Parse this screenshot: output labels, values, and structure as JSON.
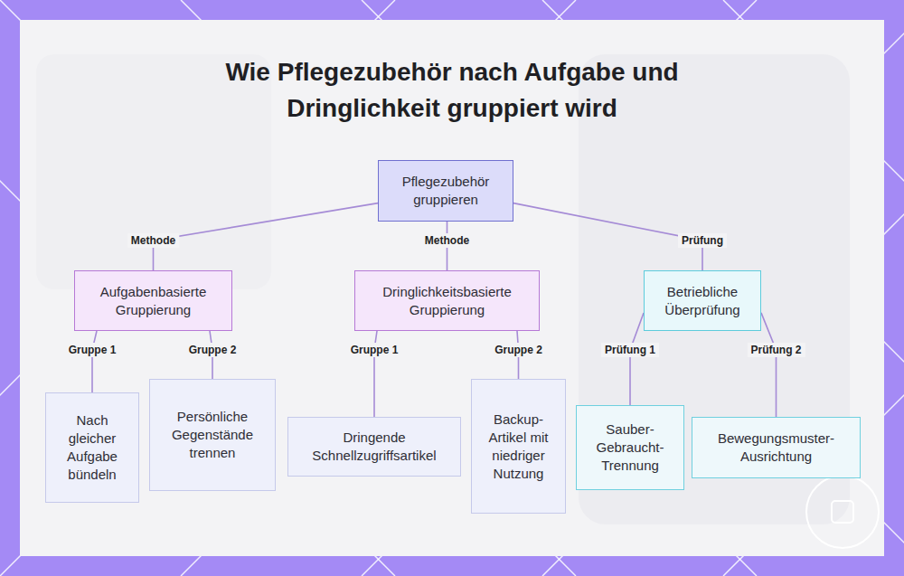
{
  "diagram": {
    "title": "Wie Pflegezubehör nach Aufgabe und Dringlichkeit gruppiert wird",
    "nodes": [
      {
        "text": [
          "Pflegezubehör gruppieren"
        ]
      },
      {
        "text": [
          "Aufgabenbasierte Gruppierung"
        ]
      },
      {
        "text": [
          "Dringlichkeitsbasierte Gruppierung"
        ]
      },
      {
        "text": [
          "Betriebliche Überprüfung"
        ]
      },
      {
        "text": [
          "Nach gleicher Aufgabe bündeln"
        ]
      },
      {
        "text": [
          "Persönliche Gegenstände trennen"
        ]
      },
      {
        "text": [
          "Dringende Schnellzugriffsartikel"
        ]
      },
      {
        "text": [
          "Backup-Artikel mit niedriger Nutzung"
        ]
      },
      {
        "text": [
          "Sauber-Gebraucht-Trennung"
        ]
      },
      {
        "text": [
          "Bewegungsmuster-Ausrichtung"
        ]
      }
    ],
    "edges": [
      {
        "from": 0,
        "to": 1,
        "label": "Methode",
        "arrow": "none"
      },
      {
        "from": 0,
        "to": 2,
        "label": "Methode",
        "arrow": "none"
      },
      {
        "from": 0,
        "to": 3,
        "label": "Prüfung",
        "arrow": "none"
      },
      {
        "from": 1,
        "to": 4,
        "label": "Gruppe 1",
        "arrow": "none"
      },
      {
        "from": 1,
        "to": 5,
        "label": "Gruppe 2",
        "arrow": "none"
      },
      {
        "from": 2,
        "to": 6,
        "label": "Gruppe 1",
        "arrow": "none"
      },
      {
        "from": 2,
        "to": 7,
        "label": "Gruppe 2",
        "arrow": "none"
      },
      {
        "from": 3,
        "to": 8,
        "label": "Prüfung 1",
        "arrow": "none"
      },
      {
        "from": 3,
        "to": 9,
        "label": "Prüfung 2",
        "arrow": "none"
      }
    ]
  }
}
